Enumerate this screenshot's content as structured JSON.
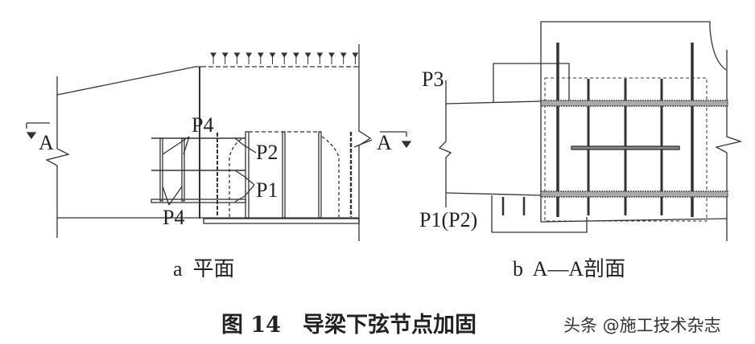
{
  "figure": {
    "title": "图 14　导梁下弦节点加固",
    "watermark": "头条 @施工技术杂志"
  },
  "plan_view": {
    "caption": "a  平面",
    "section_mark_left": "A",
    "section_mark_right": "A",
    "labels": {
      "p4_top": "P4",
      "p4_bottom": "P4",
      "p2": "P2",
      "p1": "P1"
    }
  },
  "section_view": {
    "caption": "b  A—A剖面",
    "labels": {
      "p3": "P3",
      "p1_p2": "P1(P2)"
    }
  }
}
